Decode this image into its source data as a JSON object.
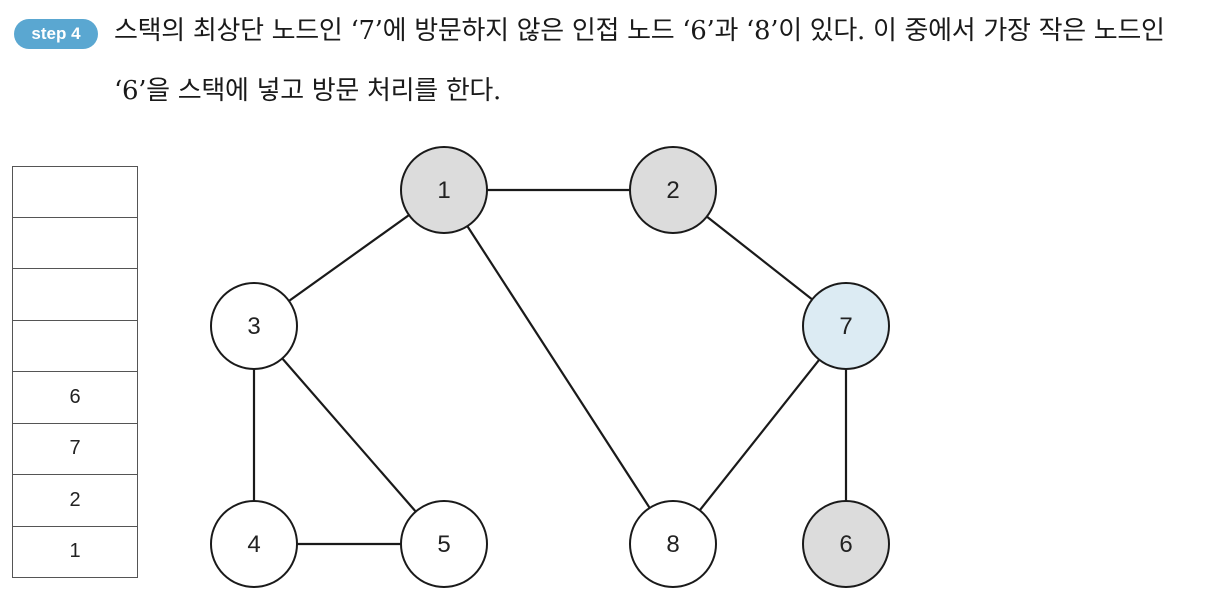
{
  "step": {
    "label": "step 4"
  },
  "description": {
    "line1": "스택의 최상단 노드인 ‘7’에 방문하지 않은 인접 노드 ‘6’과 ‘8’이 있다. 이 중에서 가장 작은 노드인",
    "line2": "‘6’을 스택에 넣고 방문 처리를 한다."
  },
  "stack": {
    "cells": [
      "",
      "",
      "",
      "",
      "6",
      "7",
      "2",
      "1"
    ]
  },
  "graph": {
    "colors": {
      "visited": "#dcdcdc",
      "unvisited": "#ffffff",
      "current": "#dcebf3",
      "stroke": "#1a1a1a"
    },
    "nodes": [
      {
        "id": "1",
        "state": "visited"
      },
      {
        "id": "2",
        "state": "visited"
      },
      {
        "id": "3",
        "state": "unvisited"
      },
      {
        "id": "7",
        "state": "current"
      },
      {
        "id": "4",
        "state": "unvisited"
      },
      {
        "id": "5",
        "state": "unvisited"
      },
      {
        "id": "8",
        "state": "unvisited"
      },
      {
        "id": "6",
        "state": "visited"
      }
    ],
    "edges": [
      [
        "1",
        "2"
      ],
      [
        "1",
        "3"
      ],
      [
        "1",
        "8"
      ],
      [
        "2",
        "7"
      ],
      [
        "3",
        "4"
      ],
      [
        "3",
        "5"
      ],
      [
        "4",
        "5"
      ],
      [
        "7",
        "8"
      ],
      [
        "7",
        "6"
      ]
    ]
  }
}
